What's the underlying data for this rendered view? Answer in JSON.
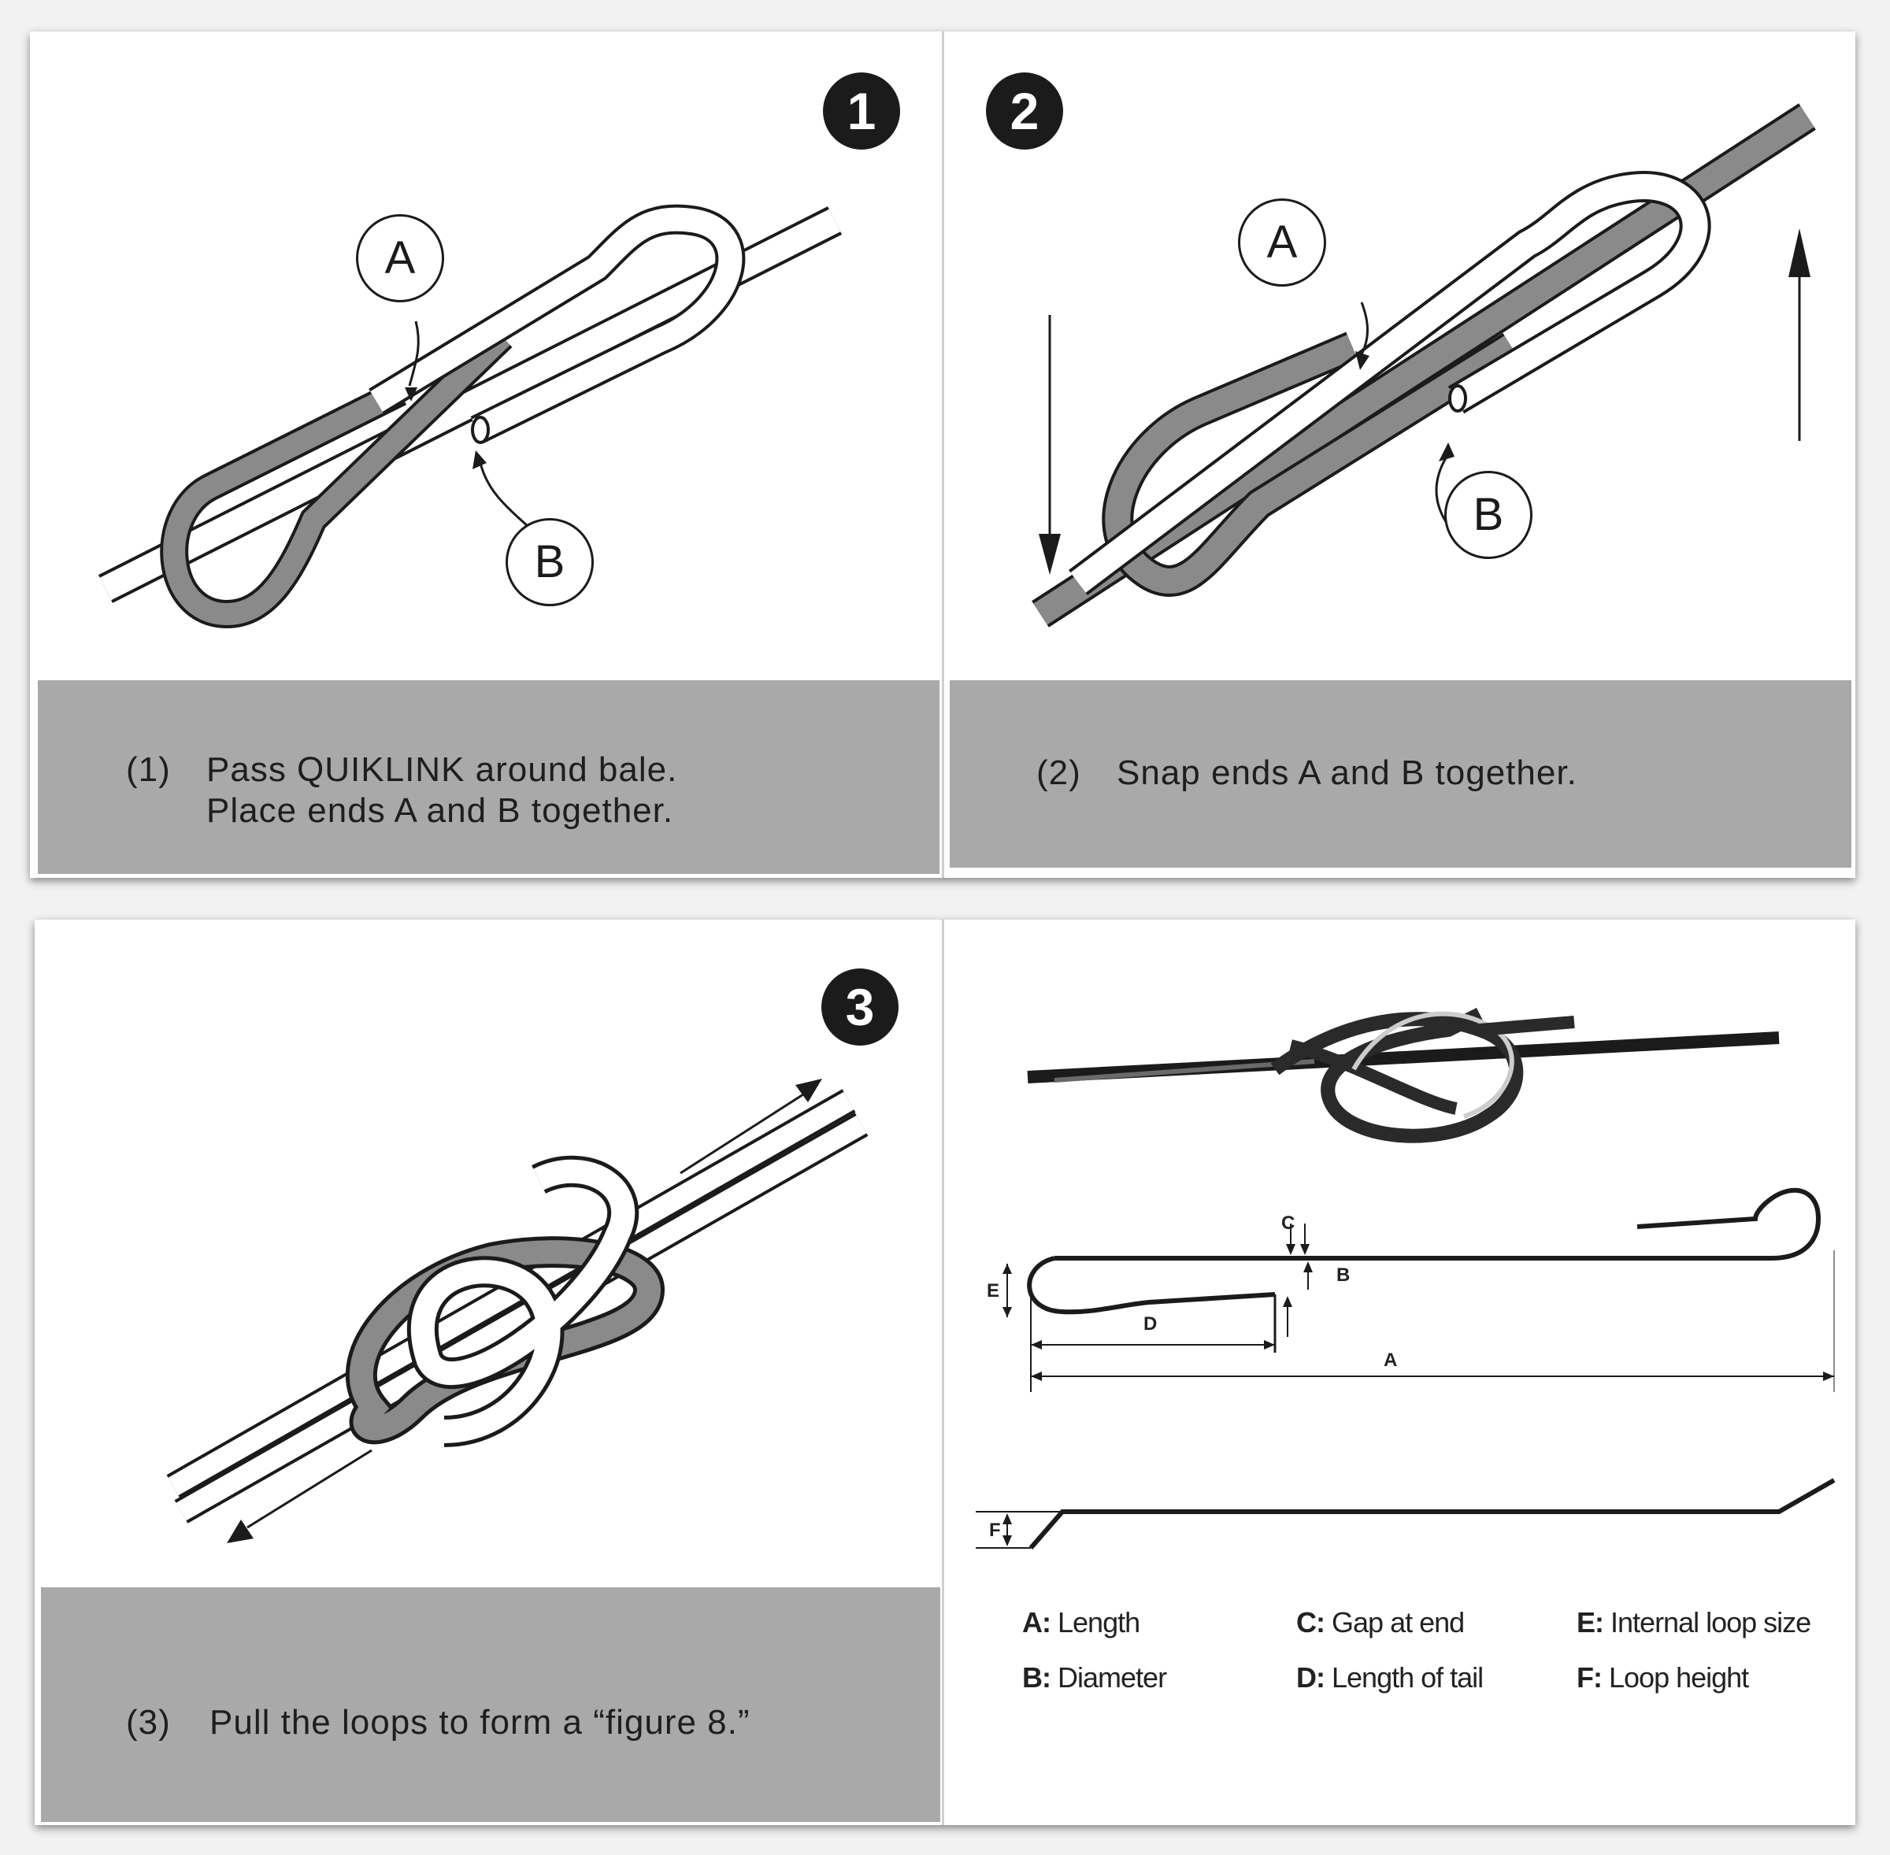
{
  "steps": [
    {
      "badge": "1",
      "caption_number": "(1)",
      "caption_lines": [
        "Pass QUIKLINK around bale.",
        "Place ends A and B together."
      ],
      "label_a": "A",
      "label_b": "B"
    },
    {
      "badge": "2",
      "caption_number": "(2)",
      "caption_lines": [
        "Snap ends A and B together."
      ],
      "label_a": "A",
      "label_b": "B"
    },
    {
      "badge": "3",
      "caption_number": "(3)",
      "caption_lines": [
        "Pull the loops to form a “figure 8.”"
      ]
    }
  ],
  "dimensions": {
    "labels": {
      "a": "A",
      "b": "B",
      "c": "C",
      "d": "D",
      "e": "E",
      "f": "F"
    },
    "legend": [
      {
        "key": "A:",
        "text": "Length"
      },
      {
        "key": "B:",
        "text": "Diameter"
      },
      {
        "key": "C:",
        "text": "Gap at end"
      },
      {
        "key": "D:",
        "text": "Length of tail"
      },
      {
        "key": "E:",
        "text": "Internal loop size"
      },
      {
        "key": "F:",
        "text": "Loop height"
      }
    ]
  },
  "colors": {
    "ink": "#1b1b1b",
    "caption_bg": "#a9a9a9",
    "wire": "#8a8a8a",
    "card": "#ffffff"
  }
}
